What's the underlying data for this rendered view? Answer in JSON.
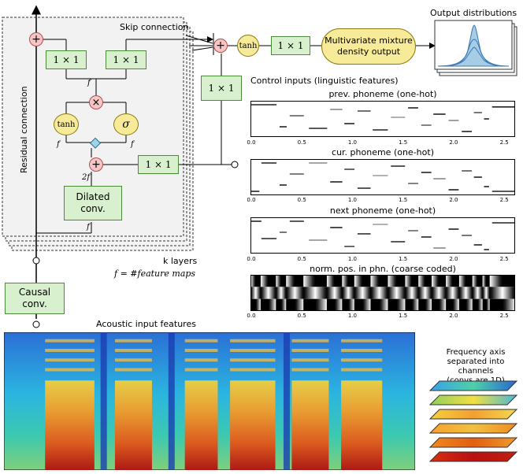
{
  "architecture": {
    "skip_connection_label": "Skip connection",
    "residual_connection_label": "Residual connection",
    "k_layers_label": "k layers",
    "feature_maps_note": "f = #feature maps",
    "conv1x1_label": "1 × 1",
    "tanh_label": "tanh",
    "sigma_label": "σ",
    "f_label": "f",
    "two_f_label": "2f",
    "plus_symbol": "+",
    "times_symbol": "×",
    "dilated_conv_label_1": "Dilated",
    "dilated_conv_label_2": "conv.",
    "causal_conv_label_1": "Causal",
    "causal_conv_label_2": "conv.",
    "mdn_label_1": "Multivariate mixture",
    "mdn_label_2": "density output",
    "output_distributions_label": "Output distributions",
    "acoustic_input_label": "Acoustic input features",
    "frequency_axis_label_1": "Frequency axis",
    "frequency_axis_label_2": "separated into channels",
    "frequency_axis_label_3": "(convs are 1D)",
    "control_inputs_label": "Control inputs (linguistic features)"
  },
  "chart_data": [
    {
      "type": "line",
      "title": "prev. phoneme (one-hot)",
      "xlim": [
        0,
        2.6
      ],
      "ticks": [
        "0.0",
        "0.5",
        "1.0",
        "1.5",
        "2.0",
        "2.5"
      ],
      "tick_values": [
        0.0,
        0.5,
        1.0,
        1.5,
        2.0,
        2.5
      ],
      "segments": [
        {
          "x0": 0.0,
          "x1": 0.25,
          "y": 0.95,
          "shade": "#222"
        },
        {
          "x0": 0.28,
          "x1": 0.35,
          "y": 0.25,
          "shade": "#222"
        },
        {
          "x0": 0.38,
          "x1": 0.52,
          "y": 0.6,
          "shade": "#555"
        },
        {
          "x0": 0.57,
          "x1": 0.75,
          "y": 0.2,
          "shade": "#222"
        },
        {
          "x0": 0.78,
          "x1": 0.9,
          "y": 0.8,
          "shade": "#888"
        },
        {
          "x0": 0.92,
          "x1": 1.02,
          "y": 0.35,
          "shade": "#222"
        },
        {
          "x0": 1.05,
          "x1": 1.18,
          "y": 0.75,
          "shade": "#444"
        },
        {
          "x0": 1.2,
          "x1": 1.35,
          "y": 0.15,
          "shade": "#222"
        },
        {
          "x0": 1.38,
          "x1": 1.52,
          "y": 0.55,
          "shade": "#999"
        },
        {
          "x0": 1.55,
          "x1": 1.65,
          "y": 0.85,
          "shade": "#222"
        },
        {
          "x0": 1.68,
          "x1": 1.78,
          "y": 0.3,
          "shade": "#666"
        },
        {
          "x0": 1.8,
          "x1": 1.92,
          "y": 0.65,
          "shade": "#222"
        },
        {
          "x0": 1.95,
          "x1": 2.05,
          "y": 0.45,
          "shade": "#888"
        },
        {
          "x0": 2.08,
          "x1": 2.18,
          "y": 0.1,
          "shade": "#222"
        },
        {
          "x0": 2.2,
          "x1": 2.28,
          "y": 0.7,
          "shade": "#555"
        },
        {
          "x0": 2.3,
          "x1": 2.35,
          "y": 0.5,
          "shade": "#222"
        },
        {
          "x0": 2.38,
          "x1": 2.6,
          "y": 0.88,
          "shade": "#222"
        }
      ]
    },
    {
      "type": "line",
      "title": "cur. phoneme (one-hot)",
      "xlim": [
        0,
        2.6
      ],
      "ticks": [
        "0.0",
        "0.5",
        "1.0",
        "1.5",
        "2.0",
        "2.5"
      ],
      "tick_values": [
        0.0,
        0.5,
        1.0,
        1.5,
        2.0,
        2.5
      ],
      "segments": [
        {
          "x0": 0.0,
          "x1": 0.08,
          "y": 0.05,
          "shade": "#222"
        },
        {
          "x0": 0.1,
          "x1": 0.25,
          "y": 0.95,
          "shade": "#222"
        },
        {
          "x0": 0.28,
          "x1": 0.35,
          "y": 0.25,
          "shade": "#222"
        },
        {
          "x0": 0.38,
          "x1": 0.52,
          "y": 0.6,
          "shade": "#555"
        },
        {
          "x0": 0.57,
          "x1": 0.75,
          "y": 0.95,
          "shade": "#888"
        },
        {
          "x0": 0.78,
          "x1": 0.9,
          "y": 0.35,
          "shade": "#222"
        },
        {
          "x0": 0.92,
          "x1": 1.02,
          "y": 0.75,
          "shade": "#444"
        },
        {
          "x0": 1.05,
          "x1": 1.18,
          "y": 0.15,
          "shade": "#222"
        },
        {
          "x0": 1.2,
          "x1": 1.35,
          "y": 0.55,
          "shade": "#999"
        },
        {
          "x0": 1.38,
          "x1": 1.52,
          "y": 0.85,
          "shade": "#222"
        },
        {
          "x0": 1.55,
          "x1": 1.65,
          "y": 0.3,
          "shade": "#666"
        },
        {
          "x0": 1.68,
          "x1": 1.78,
          "y": 0.65,
          "shade": "#222"
        },
        {
          "x0": 1.8,
          "x1": 1.92,
          "y": 0.45,
          "shade": "#888"
        },
        {
          "x0": 1.95,
          "x1": 2.05,
          "y": 0.1,
          "shade": "#222"
        },
        {
          "x0": 2.08,
          "x1": 2.18,
          "y": 0.7,
          "shade": "#555"
        },
        {
          "x0": 2.2,
          "x1": 2.28,
          "y": 0.5,
          "shade": "#222"
        },
        {
          "x0": 2.3,
          "x1": 2.35,
          "y": 0.2,
          "shade": "#222"
        },
        {
          "x0": 2.38,
          "x1": 2.6,
          "y": 0.05,
          "shade": "#222"
        }
      ]
    },
    {
      "type": "line",
      "title": "next phoneme (one-hot)",
      "xlim": [
        0,
        2.6
      ],
      "ticks": [
        "0.0",
        "0.5",
        "1.0",
        "1.5",
        "2.0",
        "2.5"
      ],
      "tick_values": [
        0.0,
        0.5,
        1.0,
        1.5,
        2.0,
        2.5
      ],
      "segments": [
        {
          "x0": 0.0,
          "x1": 0.1,
          "y": 0.95,
          "shade": "#222"
        },
        {
          "x0": 0.1,
          "x1": 0.25,
          "y": 0.4,
          "shade": "#222"
        },
        {
          "x0": 0.28,
          "x1": 0.35,
          "y": 0.6,
          "shade": "#555"
        },
        {
          "x0": 0.38,
          "x1": 0.52,
          "y": 0.95,
          "shade": "#222"
        },
        {
          "x0": 0.57,
          "x1": 0.75,
          "y": 0.35,
          "shade": "#888"
        },
        {
          "x0": 0.78,
          "x1": 0.9,
          "y": 0.75,
          "shade": "#222"
        },
        {
          "x0": 0.92,
          "x1": 1.02,
          "y": 0.15,
          "shade": "#444"
        },
        {
          "x0": 1.05,
          "x1": 1.18,
          "y": 0.55,
          "shade": "#222"
        },
        {
          "x0": 1.2,
          "x1": 1.35,
          "y": 0.85,
          "shade": "#999"
        },
        {
          "x0": 1.38,
          "x1": 1.52,
          "y": 0.3,
          "shade": "#222"
        },
        {
          "x0": 1.55,
          "x1": 1.65,
          "y": 0.65,
          "shade": "#666"
        },
        {
          "x0": 1.68,
          "x1": 1.78,
          "y": 0.45,
          "shade": "#222"
        },
        {
          "x0": 1.8,
          "x1": 1.92,
          "y": 0.1,
          "shade": "#888"
        },
        {
          "x0": 1.95,
          "x1": 2.05,
          "y": 0.7,
          "shade": "#222"
        },
        {
          "x0": 2.08,
          "x1": 2.18,
          "y": 0.5,
          "shade": "#555"
        },
        {
          "x0": 2.2,
          "x1": 2.28,
          "y": 0.2,
          "shade": "#222"
        },
        {
          "x0": 2.3,
          "x1": 2.35,
          "y": 0.05,
          "shade": "#222"
        },
        {
          "x0": 2.38,
          "x1": 2.6,
          "y": 0.9,
          "shade": "#222"
        }
      ]
    },
    {
      "type": "heatmap",
      "title": "norm. pos. in phn. (coarse coded)",
      "xlim": [
        0,
        2.6
      ],
      "ticks": [
        "0.0",
        "0.5",
        "1.0",
        "1.5",
        "2.0",
        "2.5"
      ],
      "tick_values": [
        0.0,
        0.5,
        1.0,
        1.5,
        2.0,
        2.5
      ],
      "phone_boundaries": [
        0.0,
        0.1,
        0.25,
        0.35,
        0.52,
        0.75,
        0.9,
        1.02,
        1.18,
        1.35,
        1.52,
        1.65,
        1.78,
        1.92,
        2.05,
        2.18,
        2.28,
        2.35,
        2.6
      ],
      "rows": 3
    }
  ]
}
